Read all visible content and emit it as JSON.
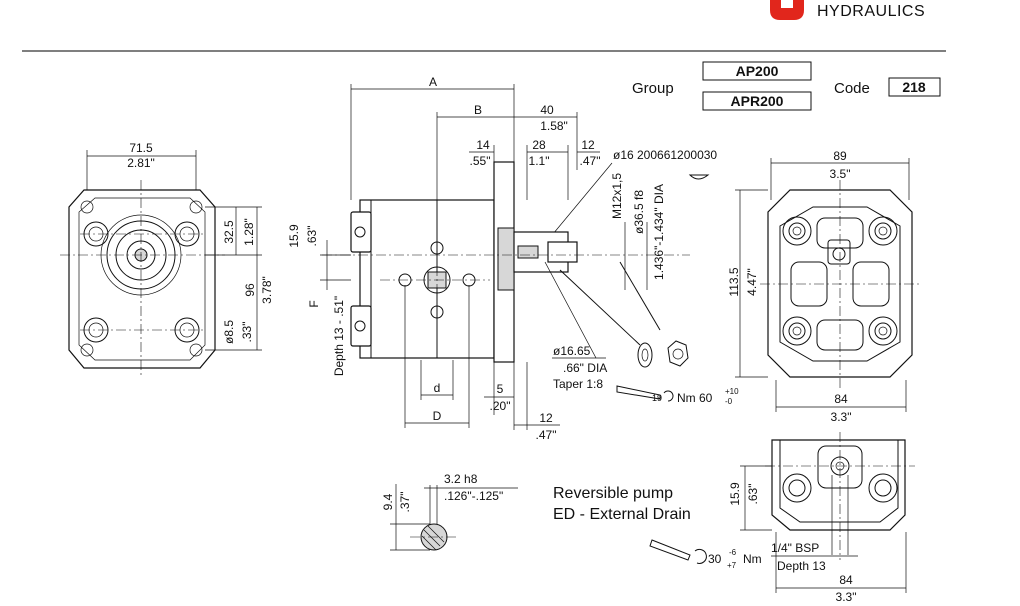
{
  "header": {
    "brand": "HYDRAULICS",
    "logo_color": "#e1261c"
  },
  "spec": {
    "group_label": "Group",
    "group_values": [
      "AP200",
      "APR200"
    ],
    "code_label": "Code",
    "code_value": "218"
  },
  "notes": {
    "line1": "Reversible pump",
    "line2": "ED - External Drain"
  },
  "front_view": {
    "width_mm": "71.5",
    "width_in": "2.81\"",
    "dim_325": "32.5",
    "dim_128": "1.28\"",
    "dim_96": "96",
    "dim_378": "3.78\"",
    "hole_dia": "ø8.5",
    "hole_in": ".33\""
  },
  "side_view": {
    "A": "A",
    "B": "B",
    "dim_40": "40",
    "dim_158": "1.58\"",
    "dim_14": "14",
    "dim_055": ".55\"",
    "dim_28": "28",
    "dim_11": "1.1\"",
    "dim_12a": "12",
    "dim_047a": ".47\"",
    "shaft_ref": "ø16 200661200030",
    "thread": "M12x1,5",
    "pilot_mm": "ø36.5 f8",
    "pilot_in": "1.436\"-1.434\" DIA",
    "dim_159": "15.9",
    "dim_063": ".63\"",
    "F": "F",
    "port_depth": "Depth 13 - .51\"",
    "d": "d",
    "D": "D",
    "dim_5": "5",
    "dim_020": ".20\"",
    "dim_12b": "12",
    "dim_047b": ".47\"",
    "taper_dia": "ø16.65",
    "taper_in": ".66\" DIA",
    "taper": "Taper 1:8",
    "torque_prefix": "19",
    "torque": "Nm 60",
    "torque_tol_top": "+10",
    "torque_tol_bot": "-0"
  },
  "rear_view": {
    "width_89": "89",
    "width_35": "3.5\"",
    "height_1135": "113.5",
    "height_447": "4.47\"",
    "width_84": "84",
    "width_33": "3.3\""
  },
  "key_detail": {
    "key_mm": "3.2 h8",
    "key_in": ".126\"-.125\"",
    "h_mm": "9.4",
    "h_in": ".37\""
  },
  "drain_view": {
    "dim_159": "15.9",
    "dim_063": ".63\"",
    "bsp": "1/4\" BSP",
    "depth": "Depth 13",
    "torque_val": "30",
    "torque_tol_top": "-6",
    "torque_tol_bot": "+7",
    "torque_unit": "Nm",
    "width_84": "84",
    "width_33": "3.3\""
  }
}
